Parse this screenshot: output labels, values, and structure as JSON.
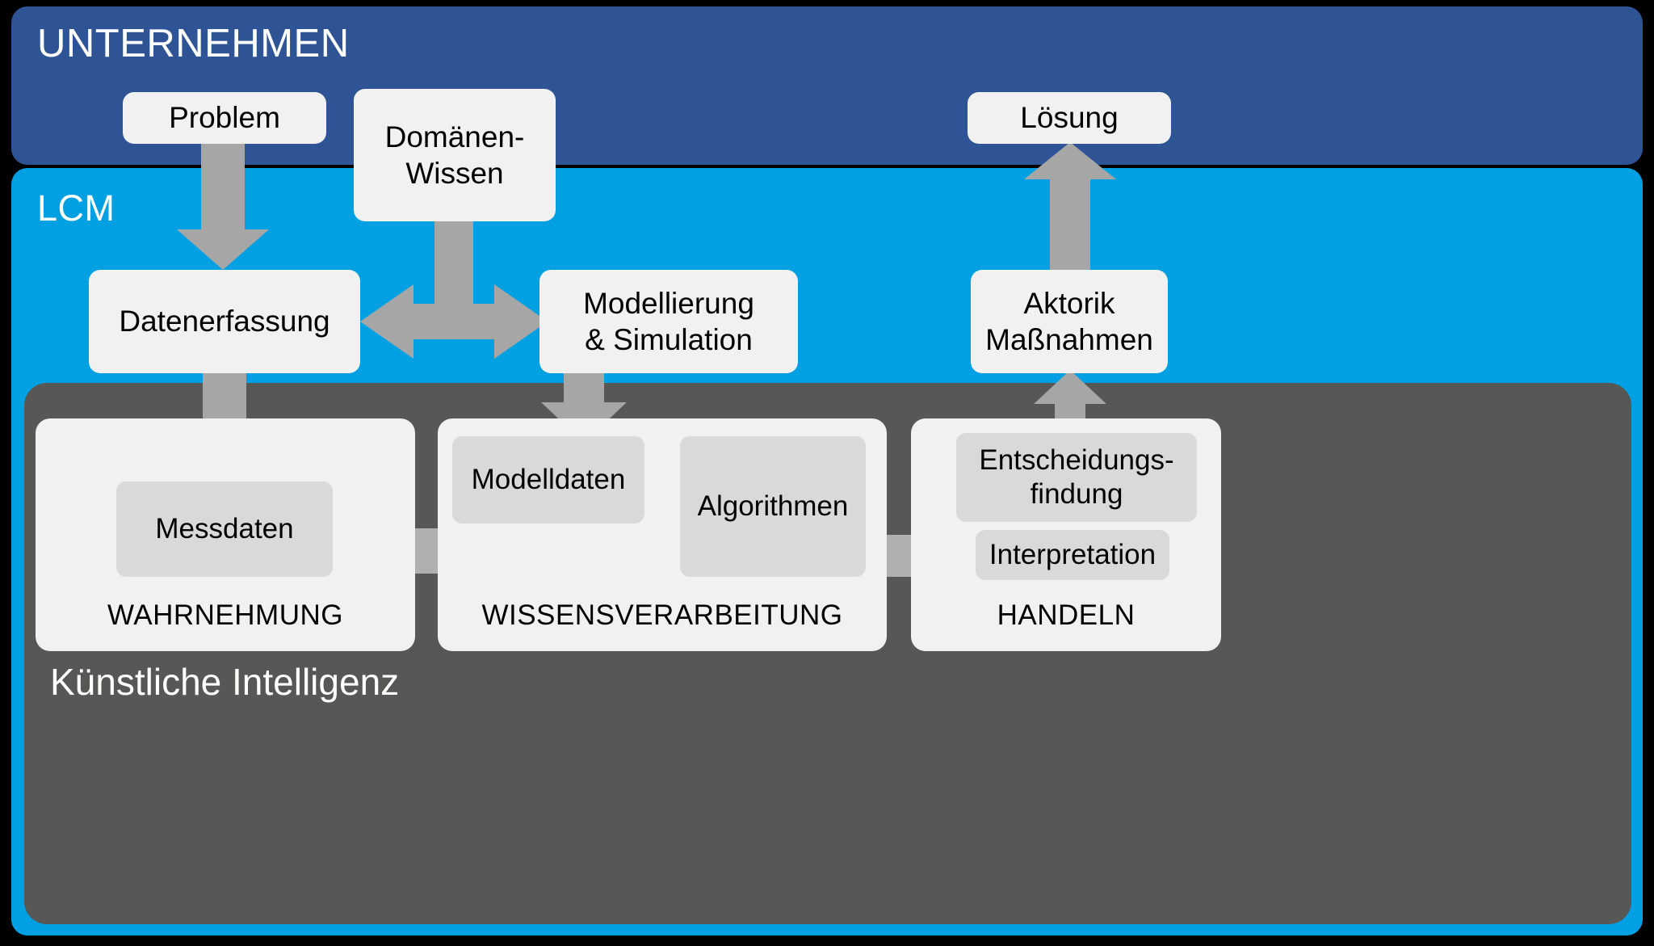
{
  "bands": {
    "unternehmen": {
      "label": "UNTERNEHMEN",
      "color": "#2F5496"
    },
    "lcm": {
      "label": "LCM",
      "color": "#00A0E3"
    },
    "ki": {
      "label": "Künstliche Intelligenz",
      "color": "#575756"
    }
  },
  "cards": {
    "problem": "Problem",
    "domaenen_wissen": "Domänen-\nWissen",
    "domaenen_wissen_line1": "Domänen-",
    "domaenen_wissen_line2": "Wissen",
    "loesung": "Lösung",
    "datenerfassung": "Datenerfassung",
    "modellierung_line1": "Modellierung",
    "modellierung_line2": "& Simulation",
    "aktorik_line1": "Aktorik",
    "aktorik_line2": "Maßnahmen"
  },
  "ki_panels": [
    {
      "title": "WAHRNEHMUNG",
      "chips": [
        "Messdaten"
      ]
    },
    {
      "title": "WISSENSVERARBEITUNG",
      "chips": [
        "Modelldaten",
        "Algorithmen"
      ]
    },
    {
      "title": "HANDELN",
      "chips": [
        "Entscheidungs-findung",
        "Interpretation"
      ]
    }
  ],
  "chips": {
    "messdaten": "Messdaten",
    "modelldaten": "Modelldaten",
    "algorithmen": "Algorithmen",
    "entscheidung_line1": "Entscheidungs-",
    "entscheidung_line2": "findung",
    "interpretation": "Interpretation"
  },
  "panel_titles": {
    "wahrnehmung": "WAHRNEHMUNG",
    "wissensverarbeitung": "WISSENSVERARBEITUNG",
    "handeln": "HANDELN"
  },
  "colors": {
    "dark_blue": "#2F5496",
    "light_blue": "#00A0E3",
    "dark_grey": "#575756",
    "card_grey": "#F1F1F1",
    "chip_grey": "#D9D9D9",
    "arrow_grey": "#A6A6A6",
    "background": "#000000"
  },
  "arrows": [
    {
      "name": "problem-to-datenerfassung",
      "direction": "down"
    },
    {
      "name": "domaenenwissen-to-datenerfassung-and-modellierung",
      "direction": "bidirectional-horizontal"
    },
    {
      "name": "datenerfassung-to-messdaten",
      "direction": "down"
    },
    {
      "name": "modellierung-to-modelldaten",
      "direction": "down"
    },
    {
      "name": "messdaten-to-algorithmen",
      "direction": "right"
    },
    {
      "name": "modelldaten-to-algorithmen",
      "direction": "right"
    },
    {
      "name": "algorithmen-to-interpretation",
      "direction": "right"
    },
    {
      "name": "entscheidungsfindung-to-aktorik",
      "direction": "up"
    },
    {
      "name": "aktorik-to-loesung",
      "direction": "up"
    }
  ]
}
